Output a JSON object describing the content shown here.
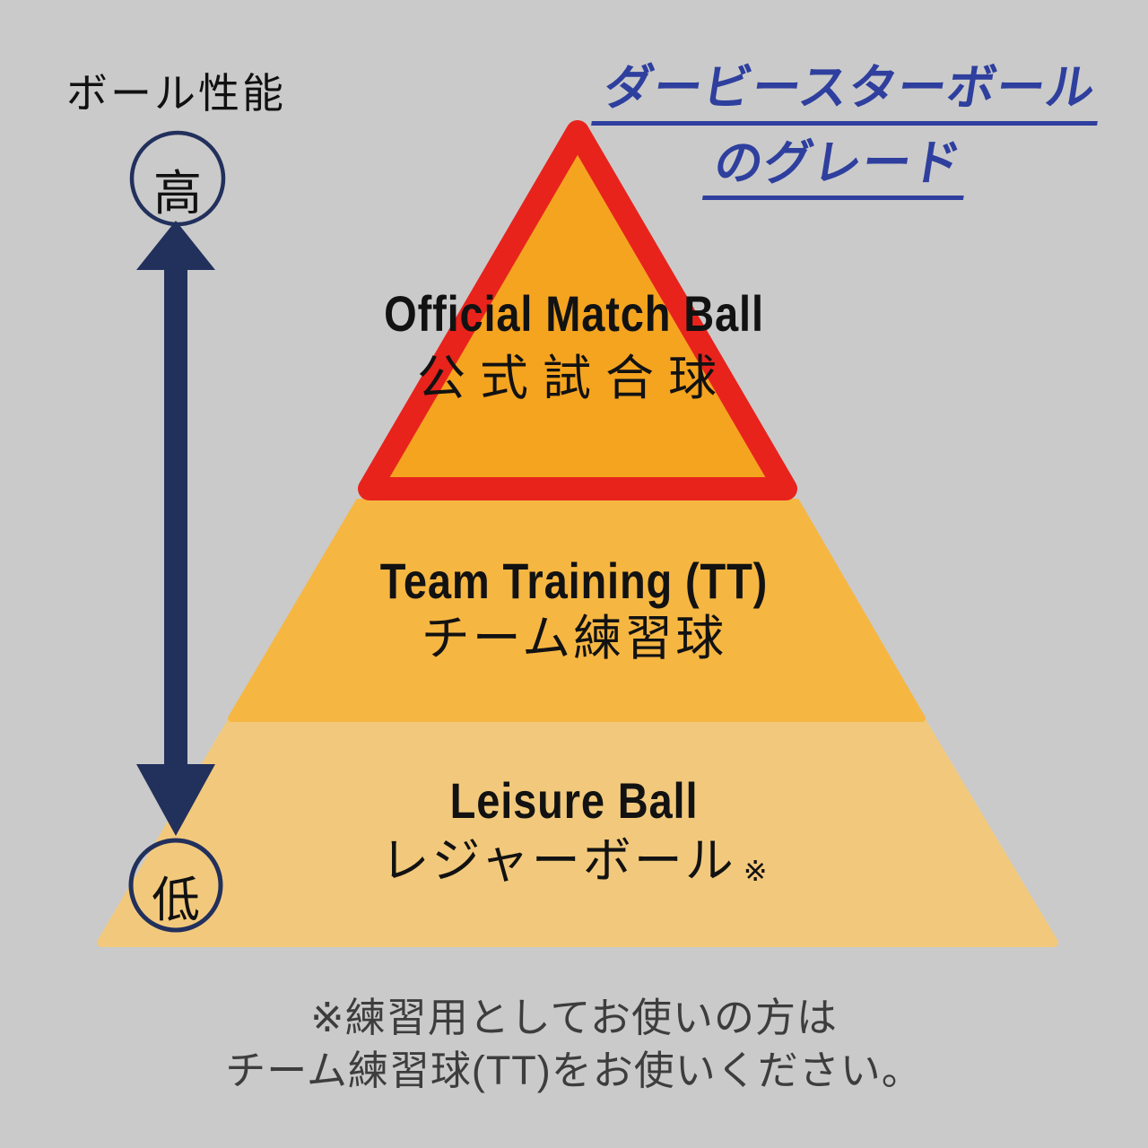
{
  "canvas": {
    "background": "#cacaca"
  },
  "axis": {
    "label": "ボール性能",
    "high_label": "高",
    "low_label": "低",
    "arrow_color": "#22305c",
    "circle_color": "#22305c"
  },
  "title": {
    "line1": "ダービースターボール",
    "line2": "のグレード",
    "color": "#2e3f9e"
  },
  "pyramid": {
    "text_color": "#121212",
    "tiers": [
      {
        "grade_en": "Official Match Ball",
        "grade_ja": "公式試合球",
        "fill": "#f5a41f",
        "border_color": "#e8231c"
      },
      {
        "grade_en": "Team Training (TT)",
        "grade_ja": "チーム練習球",
        "fill": "#f6b642"
      },
      {
        "grade_en": "Leisure Ball",
        "grade_ja": "レジャーボール",
        "footnote_marker": "※",
        "fill": "#f2c97c"
      }
    ]
  },
  "footnote": {
    "line1": "※練習用としてお使いの方は",
    "line2": "チーム練習球(TT)をお使いください。",
    "color": "#3d3d3d"
  }
}
